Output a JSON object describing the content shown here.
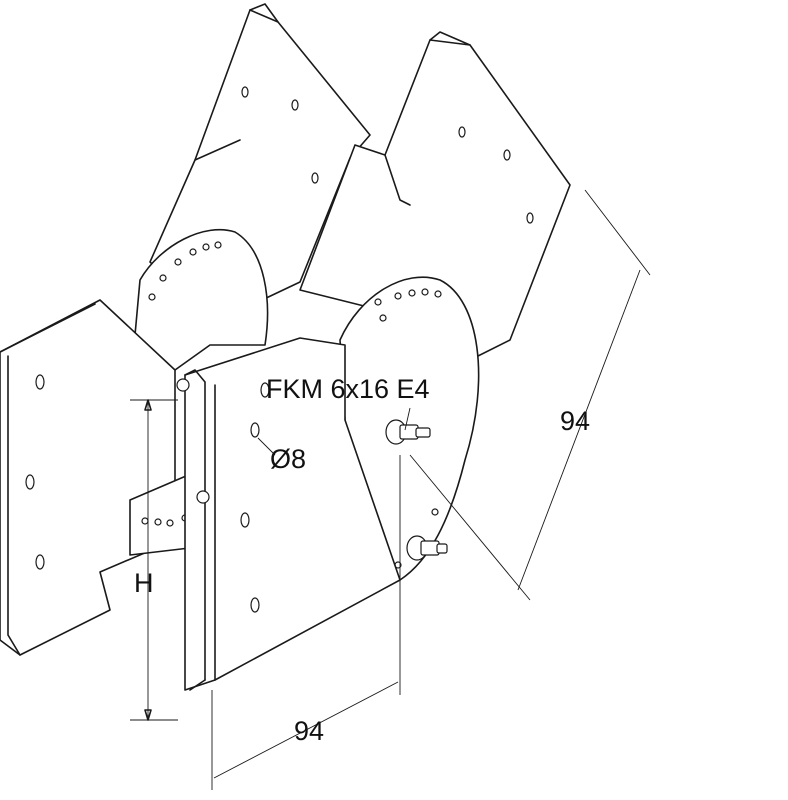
{
  "labels": {
    "fastener": "FKM 6x16 E4",
    "hole_diameter": "Ø8",
    "height": "H",
    "width_dimension": "94",
    "diagonal_dimension": "94"
  }
}
